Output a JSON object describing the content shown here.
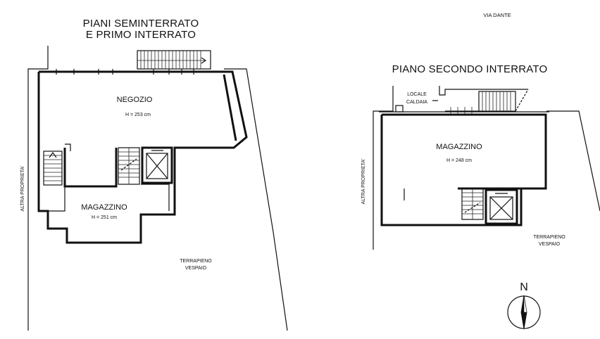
{
  "left_plan": {
    "title_line1": "PIANI SEMINTERRATO",
    "title_line2": "E PRIMO INTERRATO",
    "room_negozio": "NEGOZIO",
    "height_negozio": "H = 253 cm",
    "room_magazzino": "MAGAZZINO",
    "height_magazzino": "H = 251 cm",
    "side_label": "ALTRA PROPRIETA'",
    "terrapieno": "TERRAPIENO",
    "vespaio": "VESPAIO"
  },
  "right_plan": {
    "street": "VIA DANTE",
    "title": "PIANO SECONDO INTERRATO",
    "locale": "LOCALE",
    "caldaia": "CALDAIA",
    "room_magazzino": "MAGAZZINO",
    "height_magazzino": "H = 248 cm",
    "side_label": "ALTRA PROPRIETA'",
    "terrapieno": "TERRAPIENO",
    "vespaio": "VESPAIO"
  },
  "compass": {
    "north": "N"
  }
}
